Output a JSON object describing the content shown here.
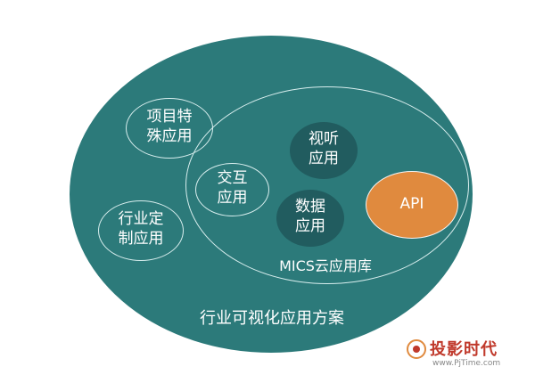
{
  "outer": {
    "label": "行业可视化应用方案"
  },
  "cloud": {
    "label": "MICS云应用库"
  },
  "nodes": [
    {
      "id": "special",
      "line1": "项目特",
      "line2": "殊应用"
    },
    {
      "id": "custom",
      "line1": "行业定",
      "line2": "制应用"
    },
    {
      "id": "interactive",
      "line1": "交互",
      "line2": "应用"
    },
    {
      "id": "av",
      "line1": "视听",
      "line2": "应用"
    },
    {
      "id": "data",
      "line1": "数据",
      "line2": "应用"
    }
  ],
  "api": {
    "label": "API"
  },
  "watermark": {
    "brand": "投影时代",
    "url": "www.PjTime.com"
  },
  "colors": {
    "outer": "#2c7a7a",
    "dark": "#215c5f",
    "api": "#e08a3e",
    "line": "#d8eeee",
    "watermark": "#c0392b"
  }
}
